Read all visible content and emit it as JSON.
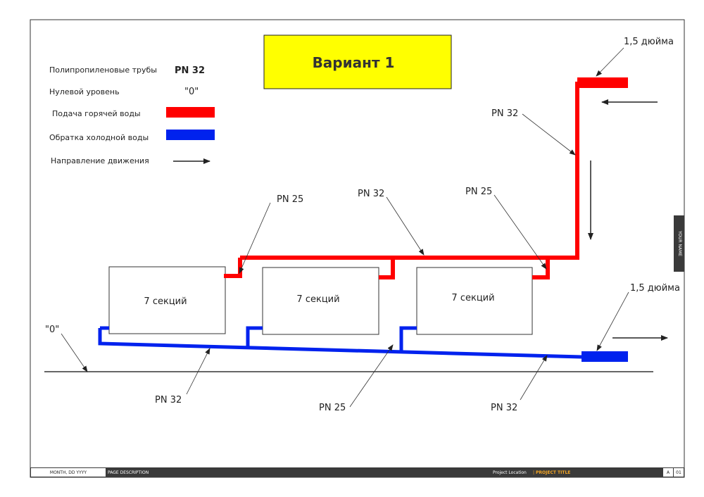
{
  "title": "Вариант 1",
  "legend": {
    "pipes_label": "Полипропиленовые трубы",
    "pipes_value": "PN 32",
    "zero_label": "Нулевой уровень",
    "zero_value": "\"0\"",
    "hot_label": "Подача горячей воды",
    "cold_label": "Обратка холодной воды",
    "direction_label": "Направление движения"
  },
  "colors": {
    "hot": "#ff0000",
    "cold": "#0022ee",
    "title_bg": "#ffff00",
    "footer_bg": "#3a3a3a",
    "accent": "#f5a623"
  },
  "radiators": [
    "7 секций",
    "7 секций",
    "7 секций"
  ],
  "annotations": {
    "inlet_top": "1,5 дюйма",
    "inlet_bottom": "1,5 дюйма",
    "riser": "PN 32",
    "supply_main": "PN 32",
    "branch_left": "PN 25",
    "branch_right": "PN 25",
    "return_left": "PN 32",
    "return_mid": "PN 25",
    "return_right": "PN 32",
    "zero_level": "\"0\""
  },
  "sidebar_tab": "YOUR NAME",
  "footer": {
    "date": "MONTH, DD YYYY",
    "page_description": "PAGE DESCRIPTION",
    "location": "Project Location",
    "separator": "|",
    "project_title": "PROJECT TITLE",
    "sheet_letter": "A",
    "sheet_number": "01"
  }
}
